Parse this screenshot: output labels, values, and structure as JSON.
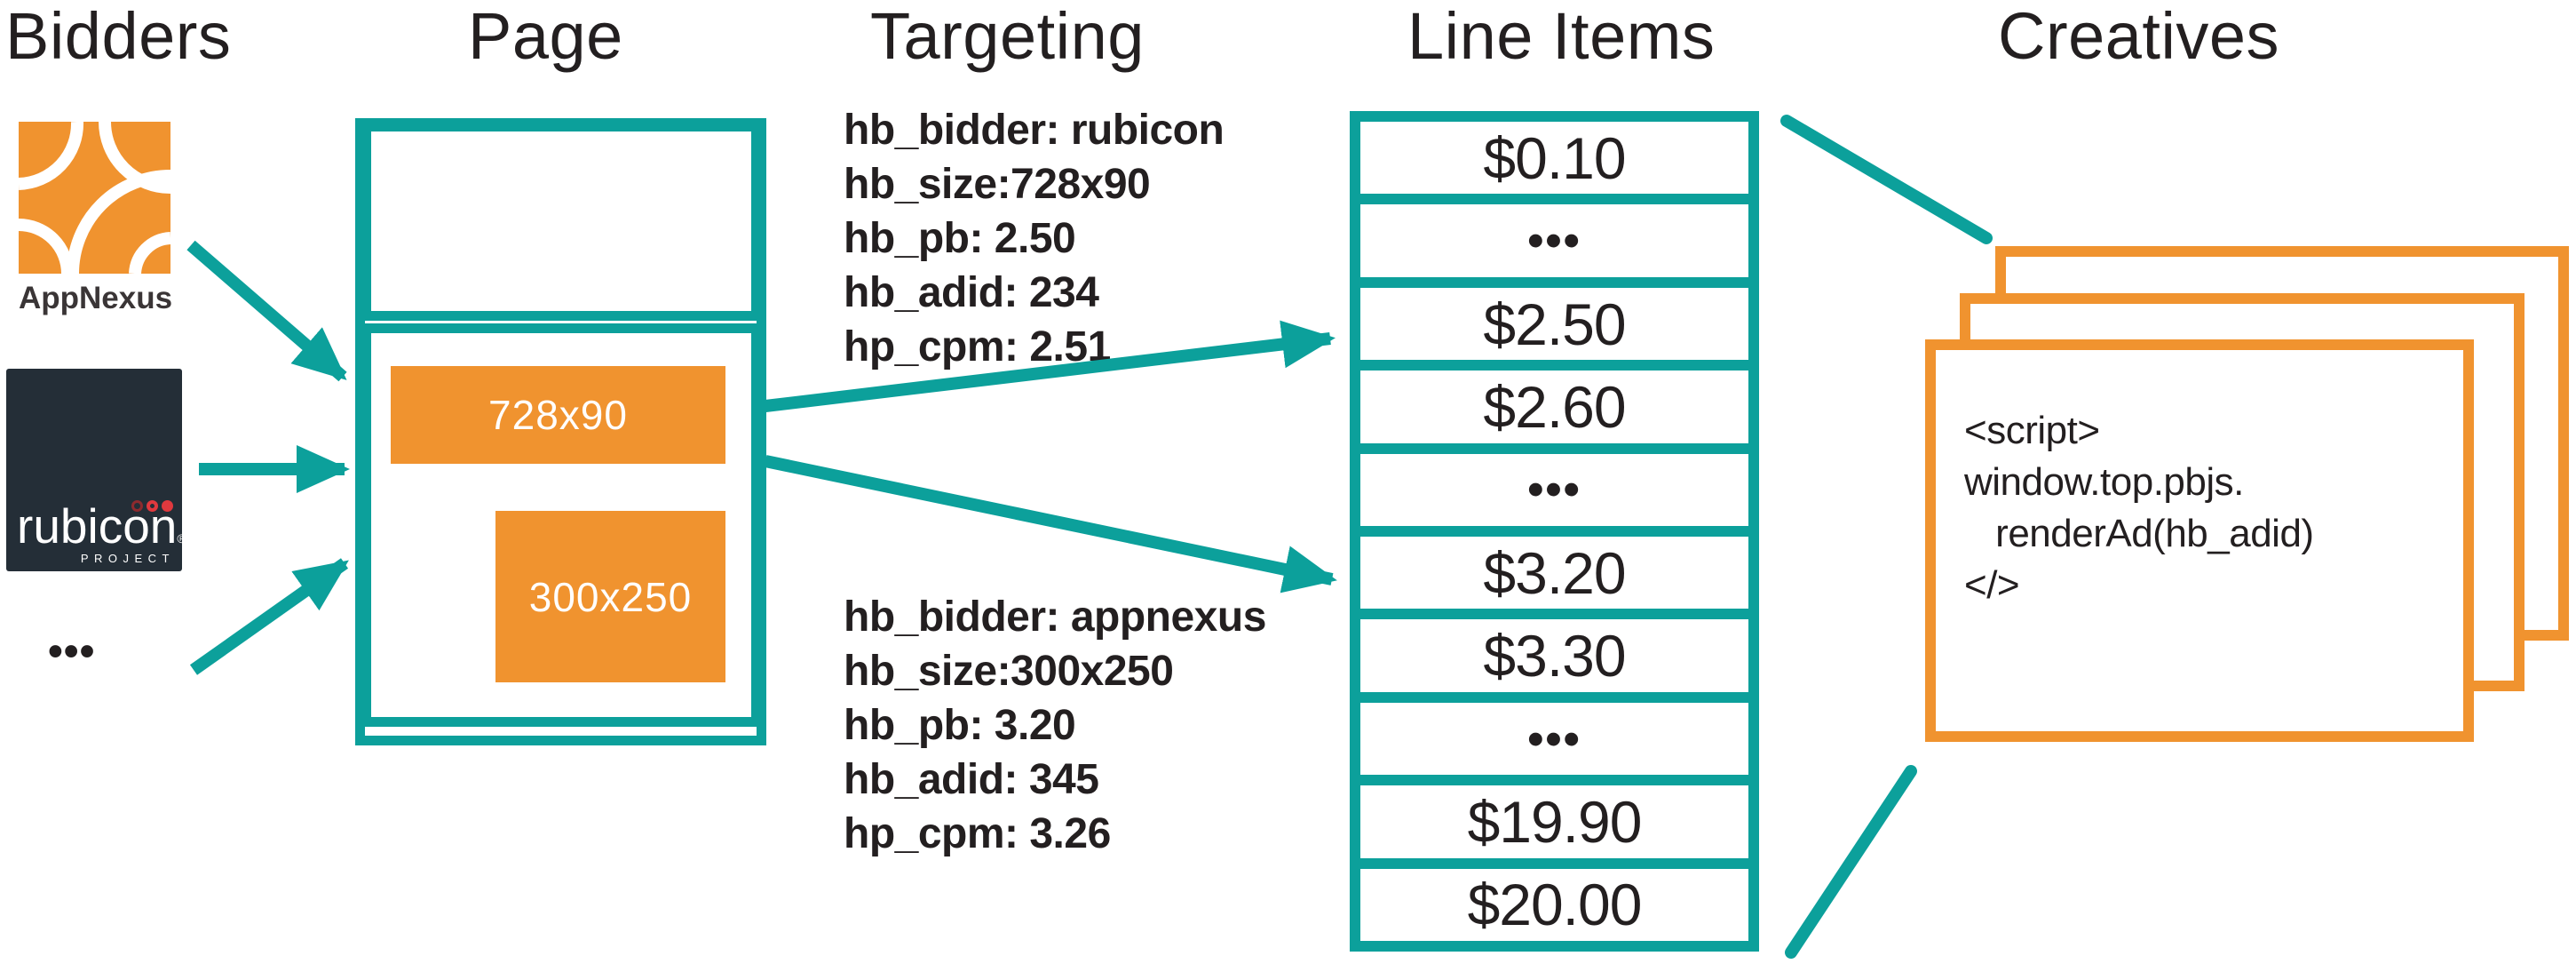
{
  "columns": {
    "bidders": {
      "title": "Bidders"
    },
    "page": {
      "title": "Page"
    },
    "targeting": {
      "title": "Targeting"
    },
    "line_items": {
      "title": "Line Items"
    },
    "creatives": {
      "title": "Creatives"
    }
  },
  "bidders": {
    "appnexus_label": "AppNexus",
    "rubicon": {
      "wordmark": "rubicon",
      "reg_mark": "®",
      "project_label": "PROJECT"
    },
    "more_indicator": "•••"
  },
  "page": {
    "ad_slots": [
      {
        "label": "728x90"
      },
      {
        "label": "300x250"
      }
    ]
  },
  "targeting": {
    "blocks": [
      {
        "lines": [
          "hb_bidder: rubicon",
          "hb_size:728x90",
          "hb_pb: 2.50",
          "hb_adid: 234",
          "hp_cpm: 2.51"
        ]
      },
      {
        "lines": [
          "hb_bidder: appnexus",
          "hb_size:300x250",
          "hb_pb: 3.20",
          "hb_adid: 345",
          "hp_cpm: 3.26"
        ]
      }
    ]
  },
  "line_items": {
    "rows": [
      "$0.10",
      "•••",
      "$2.50",
      "$2.60",
      "•••",
      "$3.20",
      "$3.30",
      "•••",
      "$19.90",
      "$20.00"
    ]
  },
  "creatives": {
    "code_lines": [
      "<script>",
      "window.top.pbjs.",
      "   renderAd(hb_adid)",
      "</>"
    ]
  },
  "colors": {
    "teal": "#0CA09B",
    "orange": "#F0932F",
    "text": "#231F20",
    "rubicon_bg": "#242E37",
    "rubicon_red": "#E0393E"
  }
}
